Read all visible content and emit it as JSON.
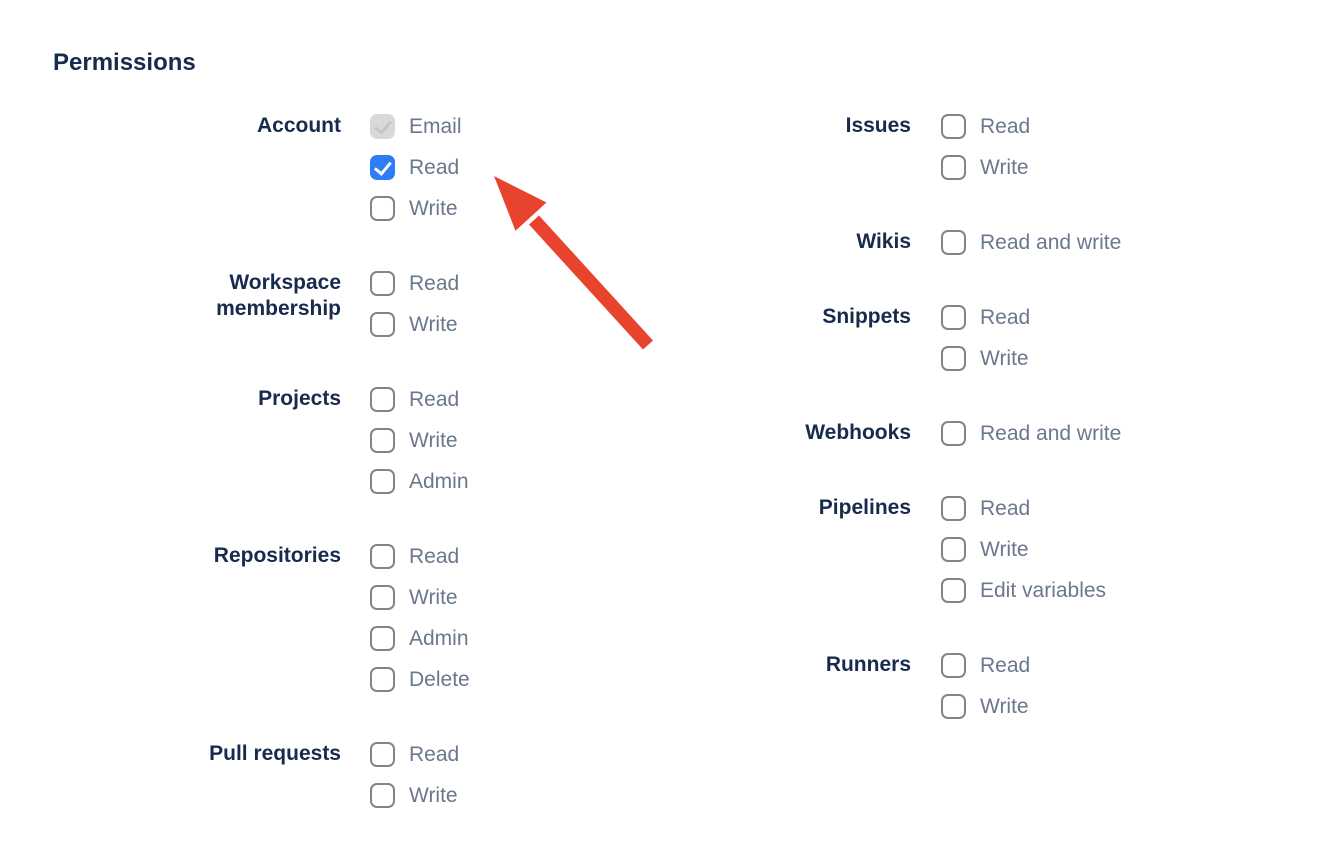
{
  "page": {
    "heading": "Permissions"
  },
  "columns": [
    {
      "groups": [
        {
          "label": "Account",
          "options": [
            {
              "label": "Email",
              "state": "disabled-checked"
            },
            {
              "label": "Read",
              "state": "checked"
            },
            {
              "label": "Write",
              "state": "unchecked"
            }
          ]
        },
        {
          "label": "Workspace membership",
          "options": [
            {
              "label": "Read",
              "state": "unchecked"
            },
            {
              "label": "Write",
              "state": "unchecked"
            }
          ]
        },
        {
          "label": "Projects",
          "options": [
            {
              "label": "Read",
              "state": "unchecked"
            },
            {
              "label": "Write",
              "state": "unchecked"
            },
            {
              "label": "Admin",
              "state": "unchecked"
            }
          ]
        },
        {
          "label": "Repositories",
          "options": [
            {
              "label": "Read",
              "state": "unchecked"
            },
            {
              "label": "Write",
              "state": "unchecked"
            },
            {
              "label": "Admin",
              "state": "unchecked"
            },
            {
              "label": "Delete",
              "state": "unchecked"
            }
          ]
        },
        {
          "label": "Pull requests",
          "options": [
            {
              "label": "Read",
              "state": "unchecked"
            },
            {
              "label": "Write",
              "state": "unchecked"
            }
          ]
        }
      ]
    },
    {
      "groups": [
        {
          "label": "Issues",
          "options": [
            {
              "label": "Read",
              "state": "unchecked"
            },
            {
              "label": "Write",
              "state": "unchecked"
            }
          ]
        },
        {
          "label": "Wikis",
          "options": [
            {
              "label": "Read and write",
              "state": "unchecked"
            }
          ]
        },
        {
          "label": "Snippets",
          "options": [
            {
              "label": "Read",
              "state": "unchecked"
            },
            {
              "label": "Write",
              "state": "unchecked"
            }
          ]
        },
        {
          "label": "Webhooks",
          "options": [
            {
              "label": "Read and write",
              "state": "unchecked"
            }
          ]
        },
        {
          "label": "Pipelines",
          "options": [
            {
              "label": "Read",
              "state": "unchecked"
            },
            {
              "label": "Write",
              "state": "unchecked"
            },
            {
              "label": "Edit variables",
              "state": "unchecked"
            }
          ]
        },
        {
          "label": "Runners",
          "options": [
            {
              "label": "Read",
              "state": "unchecked"
            },
            {
              "label": "Write",
              "state": "unchecked"
            }
          ]
        }
      ]
    }
  ],
  "annotation": {
    "type": "arrow",
    "points_at": "account-read-checkbox"
  },
  "colors": {
    "heading_text": "#172b4d",
    "group_label_text": "#172b4d",
    "option_label_text": "#6b778c",
    "checkbox_checked_bg": "#2e7cf6",
    "checkbox_checkmark": "#ffffff",
    "checkbox_disabled_bg": "#d9d9d9",
    "checkbox_disabled_checkmark": "#c3c5c9",
    "checkbox_border": "#848488",
    "arrow": "#e8432c"
  }
}
